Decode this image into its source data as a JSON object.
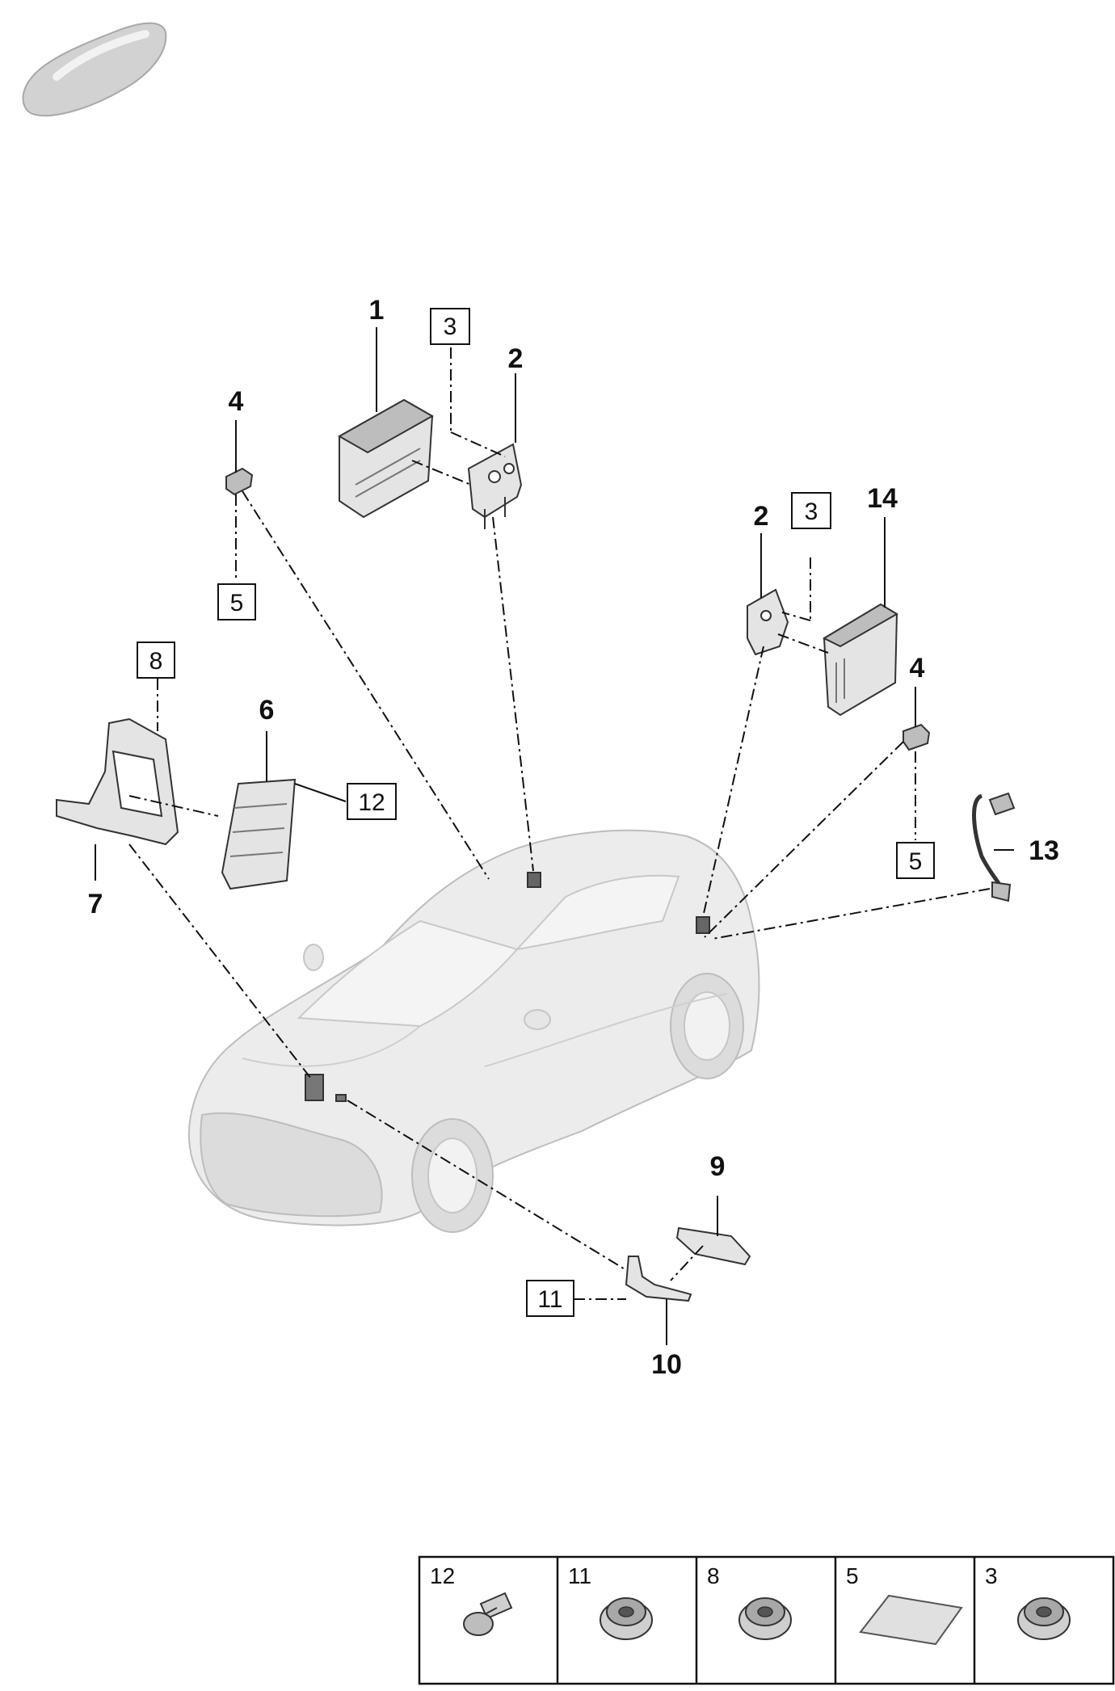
{
  "callouts": {
    "c1": "1",
    "c2_top": "2",
    "c2_right": "2",
    "c3_top": "3",
    "c3_right": "3",
    "c4_left": "4",
    "c4_right": "4",
    "c5_left": "5",
    "c5_right": "5",
    "c6": "6",
    "c7": "7",
    "c8": "8",
    "c9": "9",
    "c10": "10",
    "c11": "11",
    "c12": "12",
    "c13": "13",
    "c14": "14"
  },
  "legend": {
    "cells": [
      {
        "number": "12",
        "icon": "bolt-icon"
      },
      {
        "number": "11",
        "icon": "flange-nut-icon"
      },
      {
        "number": "8",
        "icon": "flange-nut-icon"
      },
      {
        "number": "5",
        "icon": "adhesive-pad-icon"
      },
      {
        "number": "3",
        "icon": "flange-nut-icon"
      }
    ]
  }
}
